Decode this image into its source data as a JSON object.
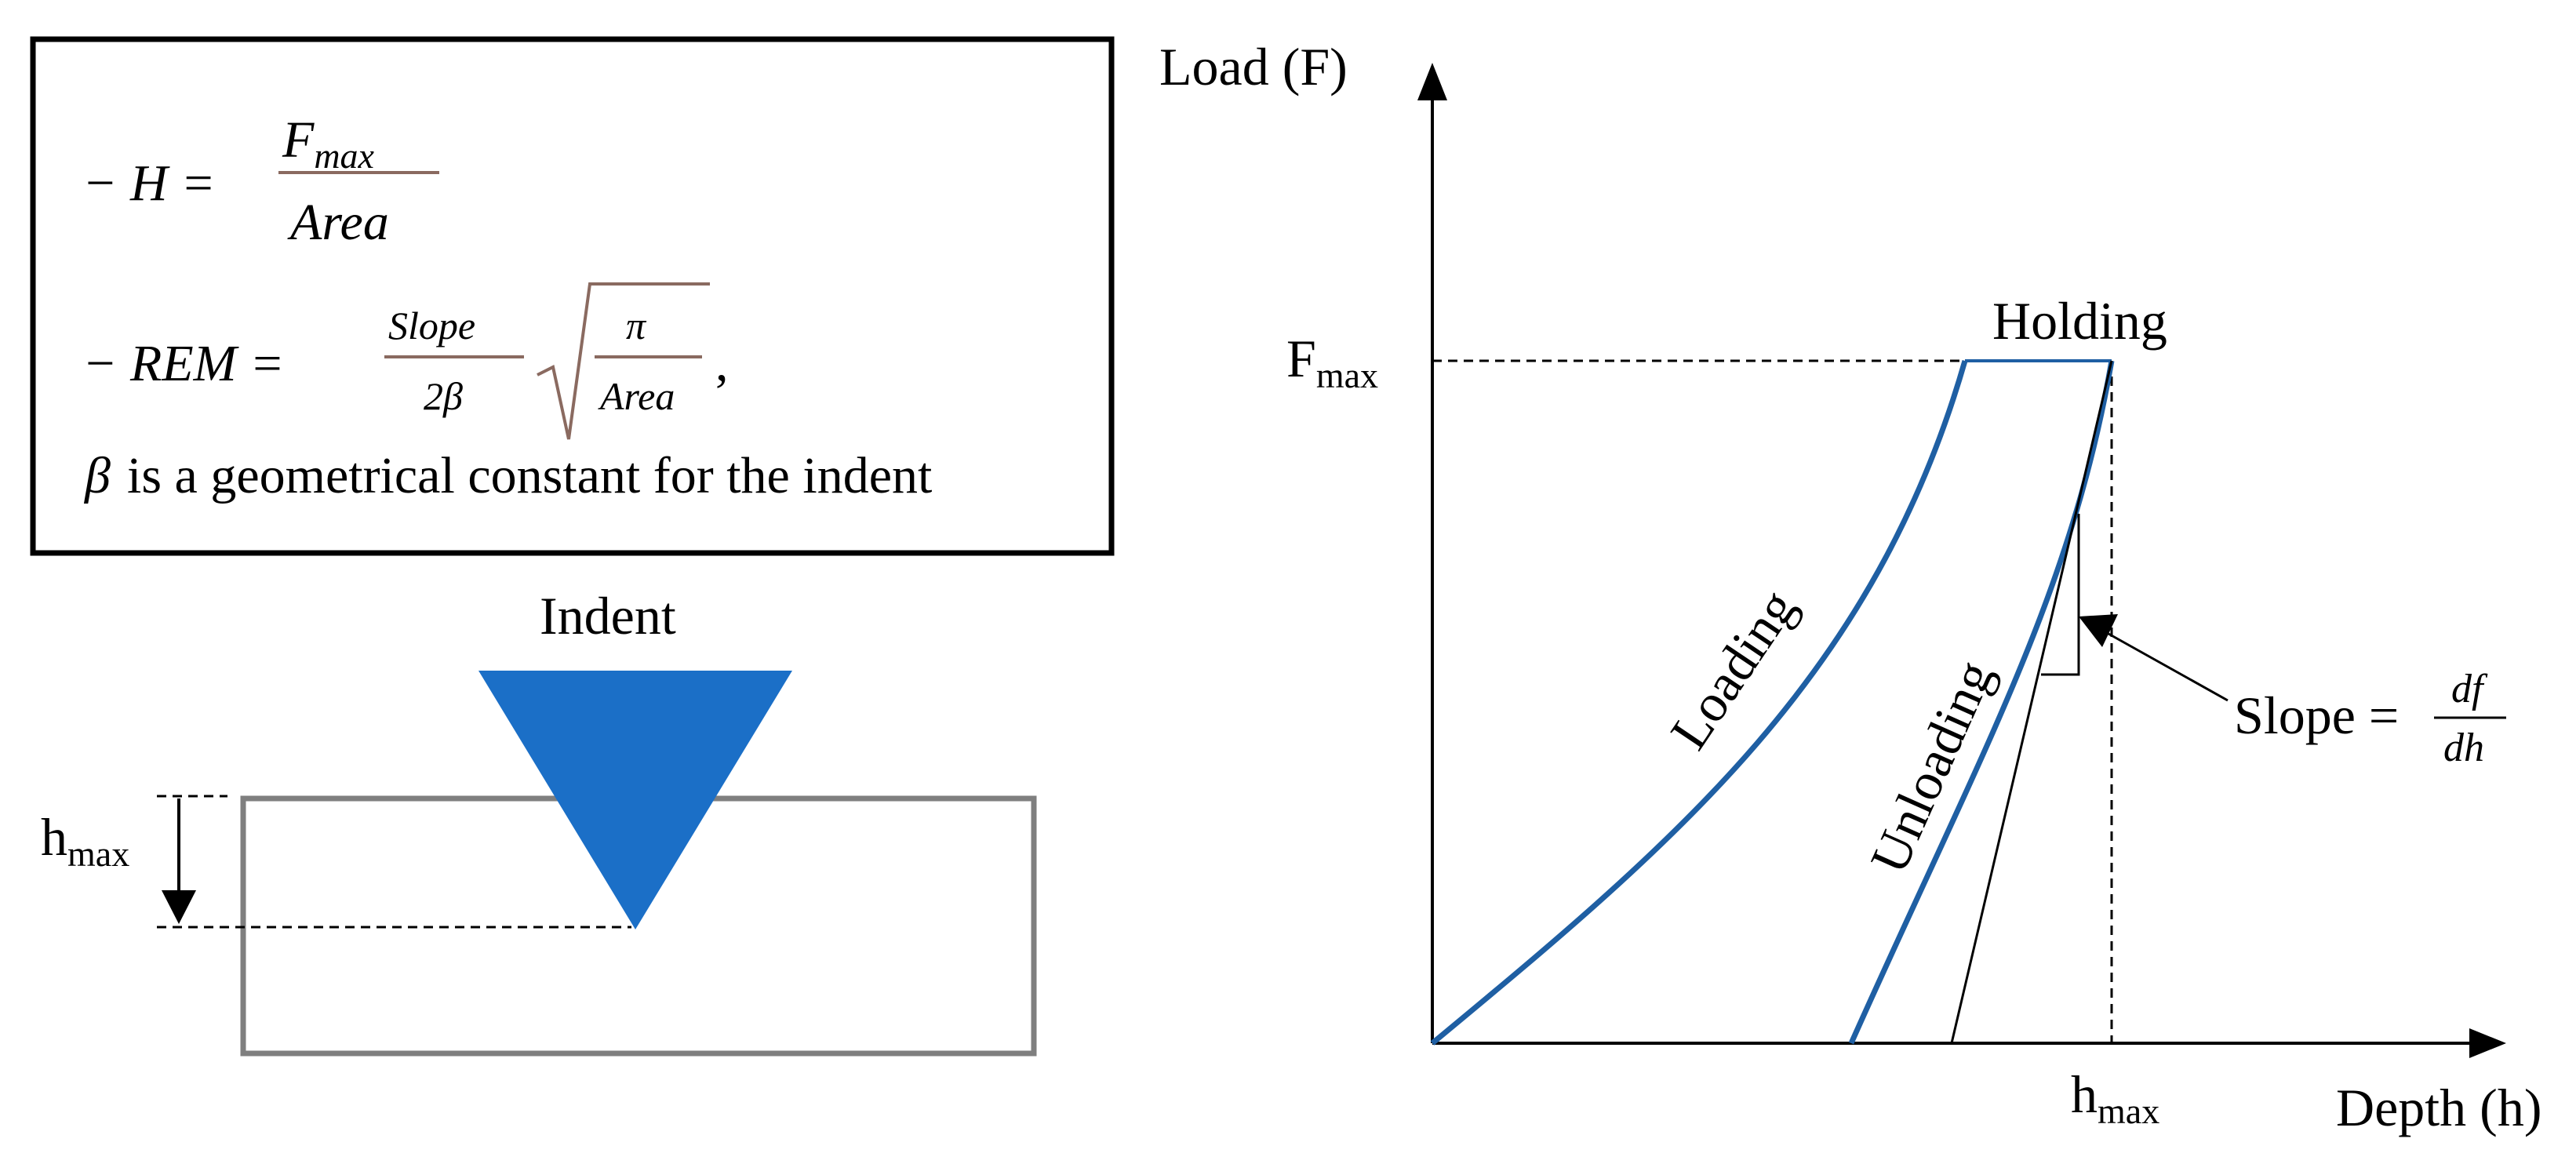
{
  "formula_box": {
    "hardness_lhs": "− H =",
    "hardness_numerator": "F",
    "hardness_numerator_sub": "max",
    "hardness_denominator": "Area",
    "modulus_lhs": "− REM =",
    "modulus_numerator": "Slope",
    "modulus_denominator": "2β",
    "sqrt_numerator": "π",
    "sqrt_denominator": "Area",
    "trailing_comma": ",",
    "beta_symbol": "β",
    "beta_note": "is a geometrical constant for the indent"
  },
  "indent_schematic": {
    "indent_label": "Indent",
    "depth_label": "h",
    "depth_label_sub": "max",
    "colors": {
      "indenter_fill": "#1B6FC7",
      "sample_outline": "#7f7f7f"
    }
  },
  "load_depth_graph": {
    "y_axis_label": "Load (F)",
    "x_axis_label": "Depth (h)",
    "fmax_label": "F",
    "fmax_label_sub": "max",
    "hmax_label": "h",
    "hmax_label_sub": "max",
    "holding_label": "Holding",
    "loading_label": "Loading",
    "unloading_label": "Unloading",
    "slope_label": "Slope =",
    "slope_numerator": "df",
    "slope_denominator": "dh",
    "colors": {
      "curve": "#1F5FA3",
      "axes": "#000000"
    }
  }
}
